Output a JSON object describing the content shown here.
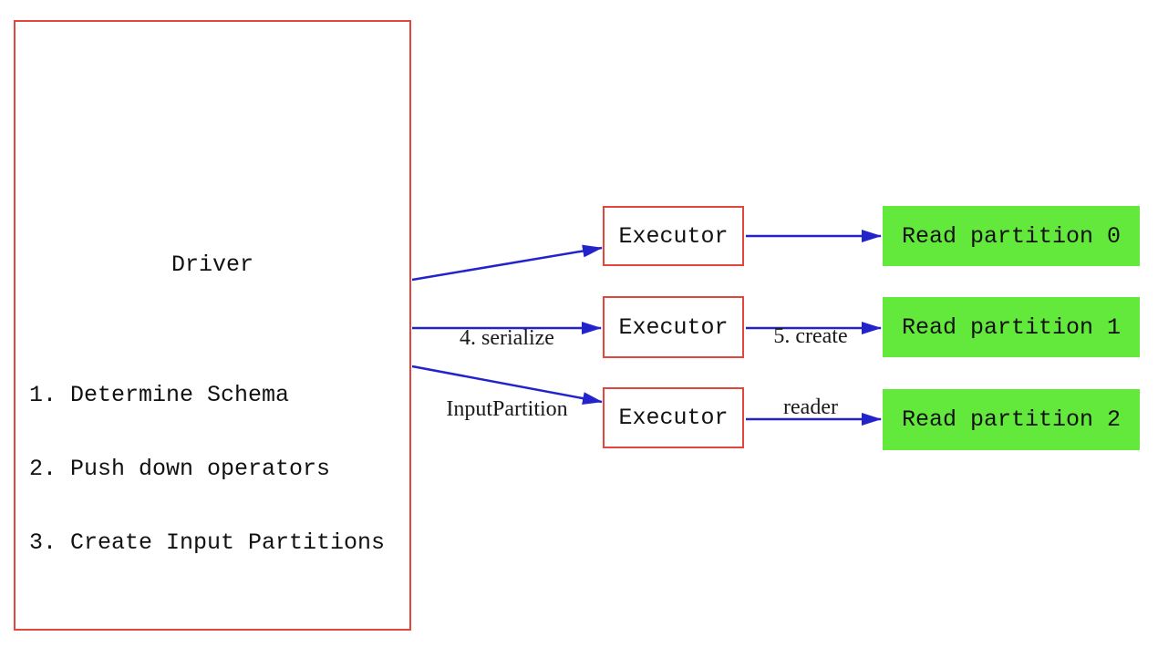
{
  "colors": {
    "border_red": "#e2463c",
    "fill_green": "#62e93c",
    "arrow_blue": "#2323cc",
    "text_black": "#111111"
  },
  "driver": {
    "title": "Driver",
    "steps": [
      "1. Determine Schema",
      "2. Push down operators",
      "3. Create Input Partitions"
    ]
  },
  "executors": [
    {
      "label": "Executor"
    },
    {
      "label": "Executor"
    },
    {
      "label": "Executor"
    }
  ],
  "partitions": [
    {
      "label": "Read partition 0"
    },
    {
      "label": "Read partition 1"
    },
    {
      "label": "Read partition 2"
    }
  ],
  "arrow_labels": {
    "serialize": {
      "line1": "4. serialize",
      "line2": "InputPartition"
    },
    "create_reader": {
      "line1": "5. create",
      "line2": "reader"
    }
  }
}
